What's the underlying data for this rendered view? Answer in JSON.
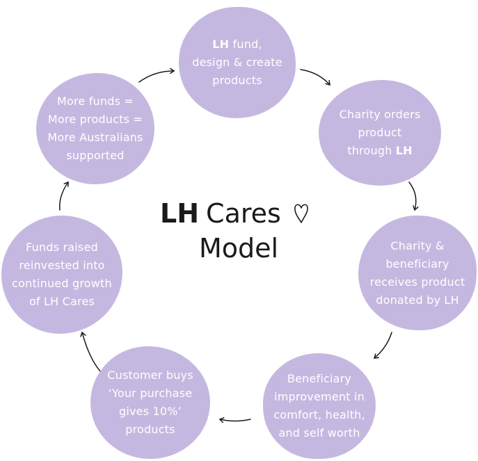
{
  "title": {
    "bold": "LH",
    "rest": "Cares",
    "line2": "Model"
  },
  "steps": [
    {
      "lines": [
        [
          "",
          "LH",
          " fund,"
        ],
        [
          "design & create",
          "",
          ""
        ],
        [
          "products",
          "",
          ""
        ]
      ]
    },
    {
      "lines": [
        [
          "Charity orders",
          "",
          ""
        ],
        [
          "product",
          "",
          ""
        ],
        [
          "through ",
          "LH",
          ""
        ]
      ]
    },
    {
      "lines": [
        [
          "Charity &",
          "",
          ""
        ],
        [
          "beneficiary",
          "",
          ""
        ],
        [
          "receives product",
          "",
          ""
        ],
        [
          "donated by LH",
          "",
          ""
        ]
      ]
    },
    {
      "lines": [
        [
          "Beneficiary",
          "",
          ""
        ],
        [
          "improvement in",
          "",
          ""
        ],
        [
          "comfort, health,",
          "",
          ""
        ],
        [
          "and self worth",
          "",
          ""
        ]
      ]
    },
    {
      "lines": [
        [
          "Customer buys",
          "",
          ""
        ],
        [
          "‘Your purchase",
          "",
          ""
        ],
        [
          "gives 10%’",
          "",
          ""
        ],
        [
          "products",
          "",
          ""
        ]
      ]
    },
    {
      "lines": [
        [
          "Funds raised",
          "",
          ""
        ],
        [
          "reinvested into",
          "",
          ""
        ],
        [
          "continued growth",
          "",
          ""
        ],
        [
          "of LH Cares",
          "",
          ""
        ]
      ]
    },
    {
      "lines": [
        [
          "More funds =",
          "",
          ""
        ],
        [
          "More products =",
          "",
          ""
        ],
        [
          "More Australians",
          "",
          ""
        ],
        [
          "supported",
          "",
          ""
        ]
      ]
    }
  ],
  "colors": {
    "blob": "#c5b8e0",
    "text": "#ffffff",
    "ink": "#1a1a1a"
  },
  "icons": [
    "heart-outline-icon",
    "arrow-icon"
  ]
}
